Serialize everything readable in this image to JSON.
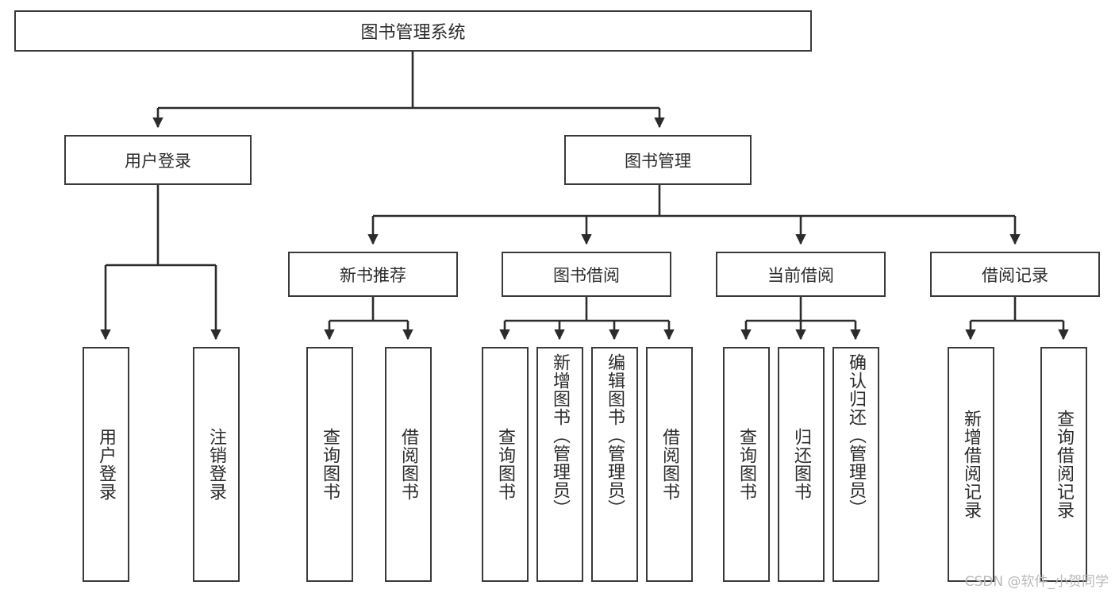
{
  "diagram": {
    "type": "tree-hierarchy",
    "title": "图书管理系统",
    "colors": {
      "box_border": "#3a3a3a",
      "box_fill": "#ffffff",
      "edge": "#2b2b2b",
      "text": "#2b2b2b",
      "watermark": "#b9b9b9",
      "background": "#ffffff"
    },
    "root": {
      "label": "图书管理系统"
    },
    "level2": [
      {
        "label": "用户登录"
      },
      {
        "label": "图书管理"
      }
    ],
    "level3": [
      {
        "label": "新书推荐"
      },
      {
        "label": "图书借阅"
      },
      {
        "label": "当前借阅"
      },
      {
        "label": "借阅记录"
      }
    ],
    "leaves": [
      {
        "label": "用户登录"
      },
      {
        "label": "注销登录"
      },
      {
        "label": "查询图书"
      },
      {
        "label": "借阅图书"
      },
      {
        "label": "查询图书"
      },
      {
        "label": "新增图书（管理员）"
      },
      {
        "label": "编辑图书（管理员）"
      },
      {
        "label": "借阅图书"
      },
      {
        "label": "查询图书"
      },
      {
        "label": "归还图书"
      },
      {
        "label": "确认归还（管理员）"
      },
      {
        "label": "新增借阅记录"
      },
      {
        "label": "查询借阅记录"
      }
    ]
  },
  "watermark": {
    "text": "CSDN @软件_小贺同学"
  }
}
